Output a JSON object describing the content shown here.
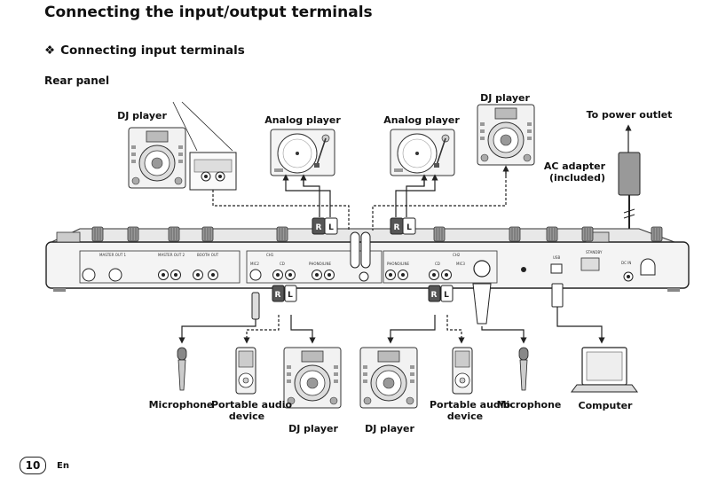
{
  "header": {
    "title": "Connecting the input/output terminals",
    "section_marker": "❖",
    "section": "Connecting input terminals",
    "subsection": "Rear panel"
  },
  "labels": {
    "dj_player_top_left": "DJ player",
    "analog_player_left": "Analog player",
    "analog_player_right": "Analog player",
    "dj_player_top_right": "DJ player",
    "power_outlet": "To power outlet",
    "ac_adapter_line1": "AC adapter",
    "ac_adapter_line2": "(included)",
    "microphone_left": "Microphone",
    "portable_left_line1": "Portable audio",
    "portable_left_line2": "device",
    "dj_player_bottom_left": "DJ player",
    "dj_player_bottom_right": "DJ player",
    "portable_right_line1": "Portable audio",
    "portable_right_line2": "device",
    "microphone_right": "Microphone",
    "computer": "Computer"
  },
  "plug_letters": {
    "right": "R",
    "left": "L"
  },
  "panel_labels": {
    "master_out1": "MASTER OUT 1",
    "master_out2": "MASTER OUT 2",
    "booth_out": "BOOTH OUT",
    "ch1": "CH1",
    "ch2": "CH2",
    "mic2": "MIC2",
    "cd": "CD",
    "phono_line": "PHONO/LINE",
    "mic3": "MIC3",
    "usb": "USB",
    "standby": "STANDBY",
    "dc_in": "DC IN"
  },
  "footer": {
    "page_number": "10",
    "language": "En"
  }
}
